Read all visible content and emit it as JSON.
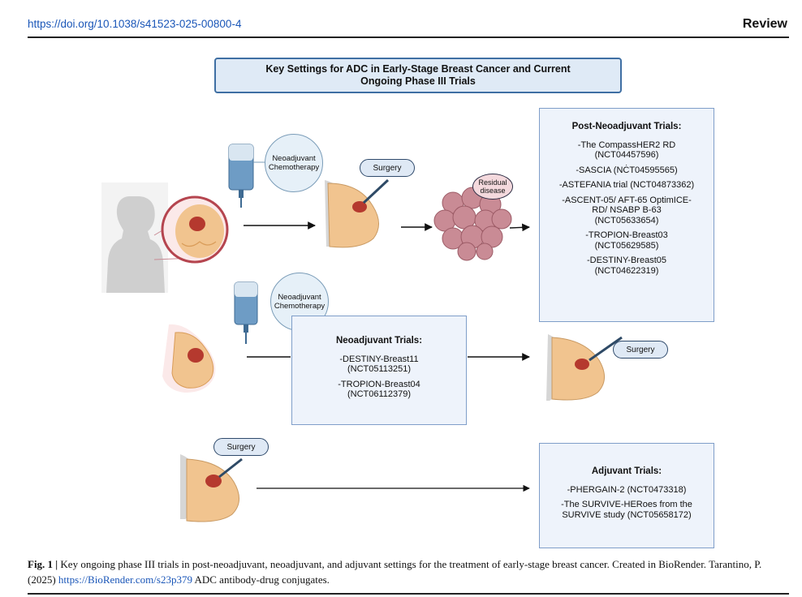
{
  "header": {
    "doi": "https://doi.org/10.1038/s41523-025-00800-4",
    "section": "Review"
  },
  "figure": {
    "title": "Key Settings for ADC in Early-Stage Breast Cancer and Current Ongoing Phase III Trials",
    "labels": {
      "neoadjuvant_chemo_1": "Neoadjuvant\nChemotherapy",
      "neoadjuvant_chemo_2": "Neoadjuvant\nChemotherapy",
      "surgery_1": "Surgery",
      "surgery_2": "Surgery",
      "surgery_3": "Surgery",
      "residual_disease": "Residual\ndisease"
    },
    "post_neoadjuvant": {
      "heading": "Post-Neoadjuvant Trials:",
      "items": [
        "-The CompassHER2 RD\n(NCT04457596)",
        "-SASCIA (NĊT04595565)",
        "-ASTEFANIA trial (NCT04873362)",
        "-ASCENT-05/ AFT-65 OptimICE-\nRD/ NSABP B-63\n(NCT05633654)",
        "-TROPION-Breast03\n(NCT05629585)",
        "-DESTINY-Breast05\n(NCT04622319)"
      ]
    },
    "neoadjuvant": {
      "heading": "Neoadjuvant Trials:",
      "items": [
        "-DESTINY-Breast11\n(NCT05113251)",
        "-TROPION-Breast04\n(NCT06112379)"
      ]
    },
    "adjuvant": {
      "heading": "Adjuvant Trials:",
      "items": [
        "-PHERGAIN-2 (NCT0473318)",
        "-The SURVIVE-HERoes  from the\nSURVIVE study (NCT05658172)"
      ]
    },
    "colors": {
      "box_border": "#7f9ec9",
      "box_fill": "#eef3fb",
      "title_border": "#3f6fa3",
      "tumor": "#b5392e",
      "residual_cells": "#c98b95",
      "breast_tissue": "#f1c48f"
    }
  },
  "caption": {
    "label": "Fig. 1 |",
    "text": " Key ongoing phase III trials in post-neoadjuvant, neoadjuvant, and adjuvant settings for the treatment of early-stage breast cancer. Created in BioRender. Tarantino, P. (2025) ",
    "link": "https://BioRender.com/s23p379",
    "tail": " ADC antibody-drug conjugates."
  }
}
